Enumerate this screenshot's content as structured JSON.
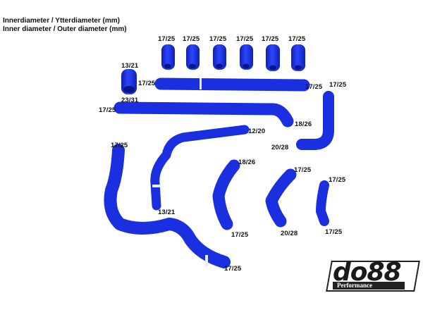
{
  "header": {
    "line1": "Innerdiameter / Ytterdiameter (mm)",
    "line2": "Inner diameter / Outer diameter (mm)"
  },
  "hose_color": "#1a2fe0",
  "labels": {
    "coupler1": "17/25",
    "coupler2": "17/25",
    "coupler3": "17/25",
    "coupler4": "17/25",
    "coupler5": "17/25",
    "coupler6": "17/25",
    "reducer_top": "13/21",
    "reducer_bottom": "23/31",
    "straight_left": "17/25",
    "straight_right": "17/25",
    "long_left": "17/25",
    "long_right": "18/26",
    "elbow_top": "17/25",
    "elbow_bottom": "20/28",
    "mid_top": "12/20",
    "mid_bottom": "13/21",
    "left_top": "17/25",
    "left_bottom": "17/25",
    "bend1_top": "18/26",
    "bend1_bottom": "17/25",
    "bend2_top": "17/25",
    "bend2_bottom": "20/28",
    "bend3_top": "17/25",
    "bend3_bottom": "17/25"
  },
  "logo": {
    "brand": "do88",
    "sub": "Performance"
  }
}
